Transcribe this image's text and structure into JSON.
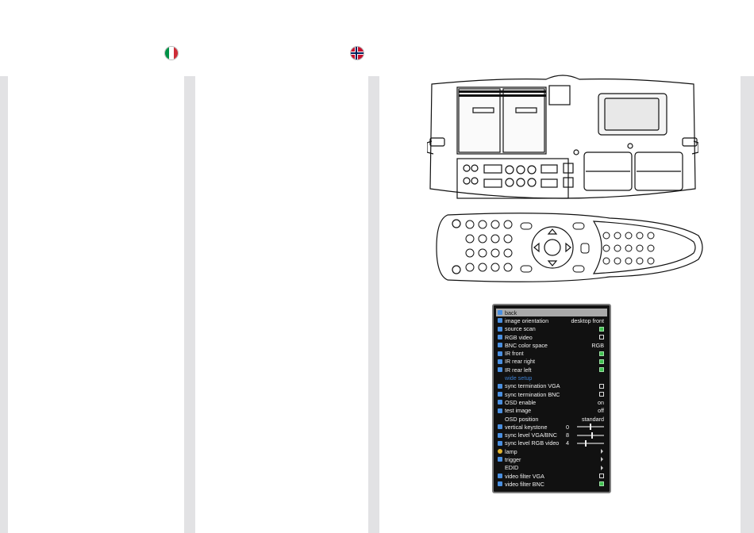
{
  "flags": {
    "left": "italian-flag-icon",
    "right": "norwegian-flag-icon"
  },
  "colors": {
    "stripe": "#e2e2e4",
    "osd_bg": "#111111",
    "osd_selected": "#a9a9a9",
    "osd_check": "#3fbf4f"
  },
  "osd_menu": {
    "rows": [
      {
        "label": "back",
        "type": "none",
        "icon": "back-icon"
      },
      {
        "label": "image orientation",
        "type": "text",
        "value": "desktop front",
        "icon": "orientation-icon"
      },
      {
        "label": "source scan",
        "type": "check",
        "checked": true,
        "icon": "scan-icon"
      },
      {
        "label": "RGB video",
        "type": "check",
        "checked": false,
        "icon": "rgb-icon"
      },
      {
        "label": "BNC color space",
        "type": "text",
        "value": "RGB",
        "icon": "bnc-icon"
      },
      {
        "label": "IR front",
        "type": "check",
        "checked": true,
        "icon": "ir-icon"
      },
      {
        "label": "IR rear right",
        "type": "check",
        "checked": true,
        "icon": "ir-icon"
      },
      {
        "label": "IR rear left",
        "type": "check",
        "checked": true,
        "icon": "ir-icon"
      },
      {
        "label": "wide setup",
        "type": "none",
        "icon": "none",
        "dim": true
      },
      {
        "label": "sync termination VGA",
        "type": "check",
        "checked": false,
        "icon": "sync-icon"
      },
      {
        "label": "sync termination BNC",
        "type": "check",
        "checked": false,
        "icon": "sync-icon"
      },
      {
        "label": "OSD enable",
        "type": "text",
        "value": "on",
        "icon": "osd-icon"
      },
      {
        "label": "test image",
        "type": "text",
        "value": "off",
        "icon": "test-icon"
      },
      {
        "label": "OSD position",
        "type": "text",
        "value": "standard",
        "icon": "none"
      },
      {
        "label": "vertical keystone",
        "type": "slider",
        "number": "0",
        "level": 0.5,
        "icon": "keystone-icon"
      },
      {
        "label": "sync level VGA/BNC",
        "type": "slider",
        "number": "8",
        "level": 0.55,
        "icon": "level-icon"
      },
      {
        "label": "sync level RGB video",
        "type": "slider",
        "number": "4",
        "level": 0.3,
        "icon": "level-icon"
      },
      {
        "label": "lamp",
        "type": "arrow",
        "icon": "lamp-icon"
      },
      {
        "label": "trigger",
        "type": "arrow",
        "icon": "trigger-icon"
      },
      {
        "label": "EDID",
        "type": "arrow",
        "icon": "none"
      },
      {
        "label": "video filter VGA",
        "type": "check",
        "checked": false,
        "icon": "filter-icon"
      },
      {
        "label": "video filter BNC",
        "type": "check",
        "checked": true,
        "icon": "filter-icon"
      }
    ]
  }
}
